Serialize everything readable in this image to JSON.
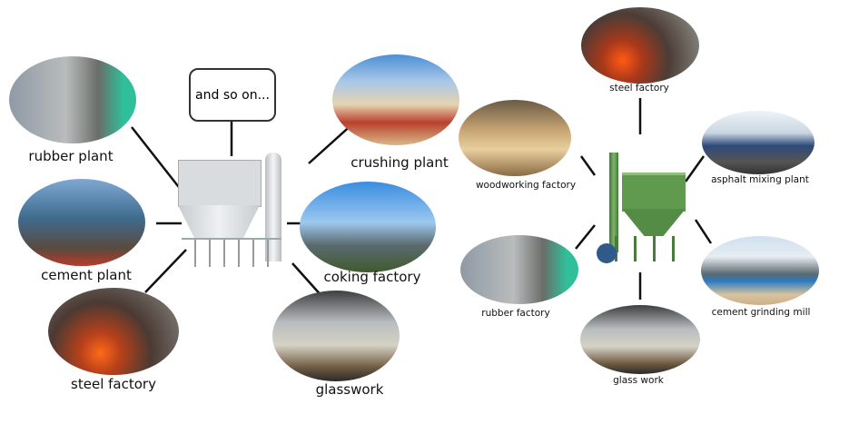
{
  "left_diagram": {
    "callout": "and so on...",
    "center": "bag-filter-dust-collector",
    "labels": [
      "rubber plant",
      "cement plant",
      "steel factory",
      "crushing plant",
      "coking factory",
      "glasswork"
    ]
  },
  "right_diagram": {
    "center": "green-dust-collector",
    "labels": [
      "steel factory",
      "woodworking factory",
      "asphalt mixing plant",
      "rubber factory",
      "cement grinding mill",
      "glass work"
    ]
  }
}
